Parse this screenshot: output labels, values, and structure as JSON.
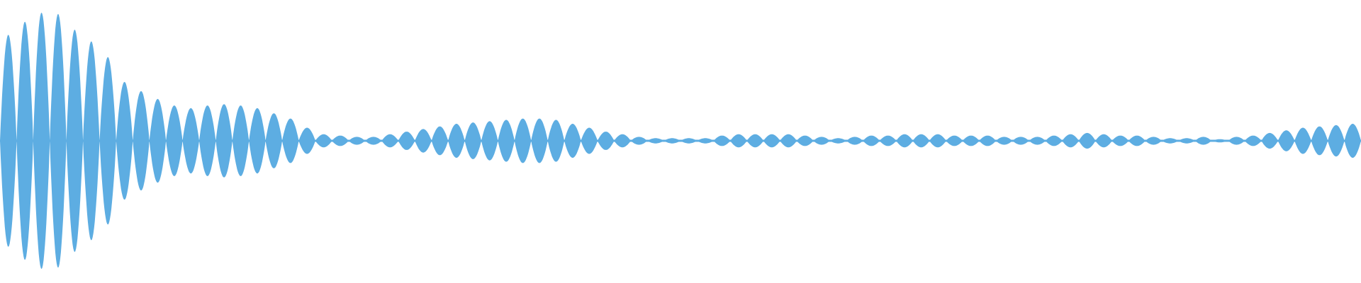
{
  "waveform": {
    "color": "#5dade2",
    "background": "#ffffff",
    "peaks": [
      0.81,
      0.91,
      0.98,
      0.97,
      0.85,
      0.76,
      0.64,
      0.45,
      0.38,
      0.32,
      0.27,
      0.25,
      0.27,
      0.28,
      0.27,
      0.25,
      0.21,
      0.17,
      0.1,
      0.05,
      0.04,
      0.03,
      0.03,
      0.05,
      0.07,
      0.09,
      0.11,
      0.13,
      0.14,
      0.15,
      0.16,
      0.17,
      0.17,
      0.16,
      0.13,
      0.1,
      0.07,
      0.05,
      0.03,
      0.02,
      0.02,
      0.02,
      0.02,
      0.04,
      0.05,
      0.05,
      0.05,
      0.05,
      0.04,
      0.03,
      0.02,
      0.03,
      0.04,
      0.04,
      0.05,
      0.05,
      0.05,
      0.04,
      0.04,
      0.04,
      0.03,
      0.03,
      0.03,
      0.04,
      0.05,
      0.06,
      0.05,
      0.04,
      0.04,
      0.03,
      0.02,
      0.02,
      0.03,
      0.01,
      0.03,
      0.04,
      0.06,
      0.08,
      0.1,
      0.11,
      0.12,
      0.13
    ],
    "cycles_per_segment": 1
  }
}
